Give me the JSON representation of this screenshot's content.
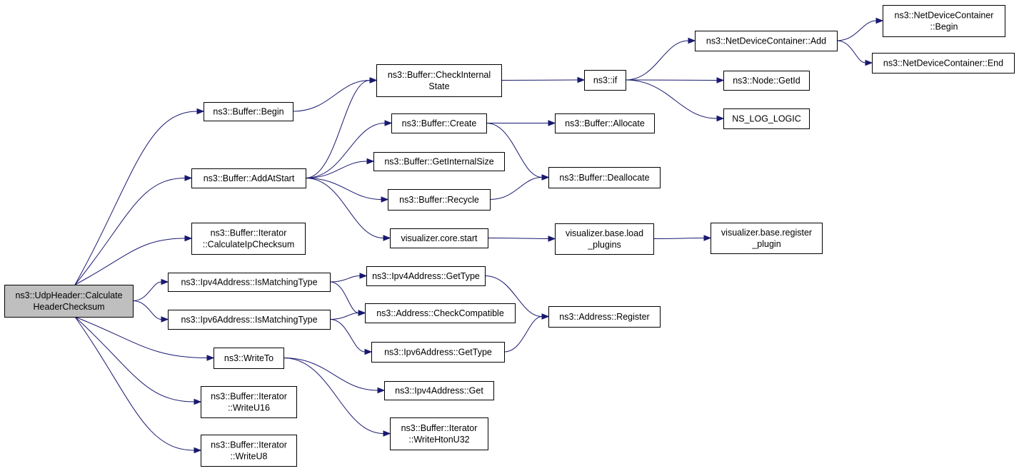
{
  "colors": {
    "edge": "#191970",
    "root_fill": "#bfbfbf",
    "node_fill": "#ffffff",
    "node_border": "#000000"
  },
  "nodes": [
    {
      "id": "root",
      "lines": [
        "ns3::UdpHeader::Calculate",
        "HeaderChecksum"
      ],
      "root": true
    },
    {
      "id": "buf_begin",
      "lines": [
        "ns3::Buffer::Begin"
      ]
    },
    {
      "id": "buf_addatstart",
      "lines": [
        "ns3::Buffer::AddAtStart"
      ]
    },
    {
      "id": "iter_calcip",
      "lines": [
        "ns3::Buffer::Iterator",
        "::CalculateIpChecksum"
      ]
    },
    {
      "id": "ipv4_ismatch",
      "lines": [
        "ns3::Ipv4Address::IsMatchingType"
      ]
    },
    {
      "id": "ipv6_ismatch",
      "lines": [
        "ns3::Ipv6Address::IsMatchingType"
      ]
    },
    {
      "id": "writeto",
      "lines": [
        "ns3::WriteTo"
      ]
    },
    {
      "id": "iter_writeu16",
      "lines": [
        "ns3::Buffer::Iterator",
        "::WriteU16"
      ]
    },
    {
      "id": "iter_writeu8",
      "lines": [
        "ns3::Buffer::Iterator",
        "::WriteU8"
      ]
    },
    {
      "id": "buf_checkinternal",
      "lines": [
        "ns3::Buffer::CheckInternal",
        "State"
      ]
    },
    {
      "id": "buf_create",
      "lines": [
        "ns3::Buffer::Create"
      ]
    },
    {
      "id": "buf_getinternalsize",
      "lines": [
        "ns3::Buffer::GetInternalSize"
      ]
    },
    {
      "id": "buf_recycle",
      "lines": [
        "ns3::Buffer::Recycle"
      ]
    },
    {
      "id": "vis_core_start",
      "lines": [
        "visualizer.core.start"
      ]
    },
    {
      "id": "ipv4_gettype",
      "lines": [
        "ns3::Ipv4Address::GetType"
      ]
    },
    {
      "id": "addr_checkcompat",
      "lines": [
        "ns3::Address::CheckCompatible"
      ]
    },
    {
      "id": "ipv6_gettype",
      "lines": [
        "ns3::Ipv6Address::GetType"
      ]
    },
    {
      "id": "ipv4_get",
      "lines": [
        "ns3::Ipv4Address::Get"
      ]
    },
    {
      "id": "iter_writehton",
      "lines": [
        "ns3::Buffer::Iterator",
        "::WriteHtonU32"
      ]
    },
    {
      "id": "ns3_if",
      "lines": [
        "ns3::if"
      ]
    },
    {
      "id": "buf_allocate",
      "lines": [
        "ns3::Buffer::Allocate"
      ]
    },
    {
      "id": "buf_deallocate",
      "lines": [
        "ns3::Buffer::Deallocate"
      ]
    },
    {
      "id": "vis_base_load",
      "lines": [
        "visualizer.base.load",
        "_plugins"
      ]
    },
    {
      "id": "addr_register",
      "lines": [
        "ns3::Address::Register"
      ]
    },
    {
      "id": "ndc_add",
      "lines": [
        "ns3::NetDeviceContainer::Add"
      ]
    },
    {
      "id": "node_getid",
      "lines": [
        "ns3::Node::GetId"
      ]
    },
    {
      "id": "ns_log_logic",
      "lines": [
        "NS_LOG_LOGIC"
      ]
    },
    {
      "id": "vis_base_register",
      "lines": [
        "visualizer.base.register",
        "_plugin"
      ]
    },
    {
      "id": "ndc_begin",
      "lines": [
        "ns3::NetDeviceContainer",
        "::Begin"
      ]
    },
    {
      "id": "ndc_end",
      "lines": [
        "ns3::NetDeviceContainer::End"
      ]
    }
  ],
  "edges": [
    [
      "root",
      "buf_begin"
    ],
    [
      "root",
      "buf_addatstart"
    ],
    [
      "root",
      "iter_calcip"
    ],
    [
      "root",
      "ipv4_ismatch"
    ],
    [
      "root",
      "ipv6_ismatch"
    ],
    [
      "root",
      "writeto"
    ],
    [
      "root",
      "iter_writeu16"
    ],
    [
      "root",
      "iter_writeu8"
    ],
    [
      "buf_begin",
      "buf_checkinternal"
    ],
    [
      "buf_addatstart",
      "buf_checkinternal"
    ],
    [
      "buf_addatstart",
      "buf_create"
    ],
    [
      "buf_addatstart",
      "buf_getinternalsize"
    ],
    [
      "buf_addatstart",
      "buf_recycle"
    ],
    [
      "buf_addatstart",
      "vis_core_start"
    ],
    [
      "ipv4_ismatch",
      "ipv4_gettype"
    ],
    [
      "ipv4_ismatch",
      "addr_checkcompat"
    ],
    [
      "ipv6_ismatch",
      "addr_checkcompat"
    ],
    [
      "ipv6_ismatch",
      "ipv6_gettype"
    ],
    [
      "writeto",
      "ipv4_get"
    ],
    [
      "writeto",
      "iter_writehton"
    ],
    [
      "buf_checkinternal",
      "ns3_if"
    ],
    [
      "buf_create",
      "buf_allocate"
    ],
    [
      "buf_create",
      "buf_deallocate"
    ],
    [
      "buf_recycle",
      "buf_deallocate"
    ],
    [
      "vis_core_start",
      "vis_base_load"
    ],
    [
      "ipv4_gettype",
      "addr_register"
    ],
    [
      "ipv6_gettype",
      "addr_register"
    ],
    [
      "ns3_if",
      "ndc_add"
    ],
    [
      "ns3_if",
      "node_getid"
    ],
    [
      "ns3_if",
      "ns_log_logic"
    ],
    [
      "vis_base_load",
      "vis_base_register"
    ],
    [
      "ndc_add",
      "ndc_begin"
    ],
    [
      "ndc_add",
      "ndc_end"
    ]
  ]
}
